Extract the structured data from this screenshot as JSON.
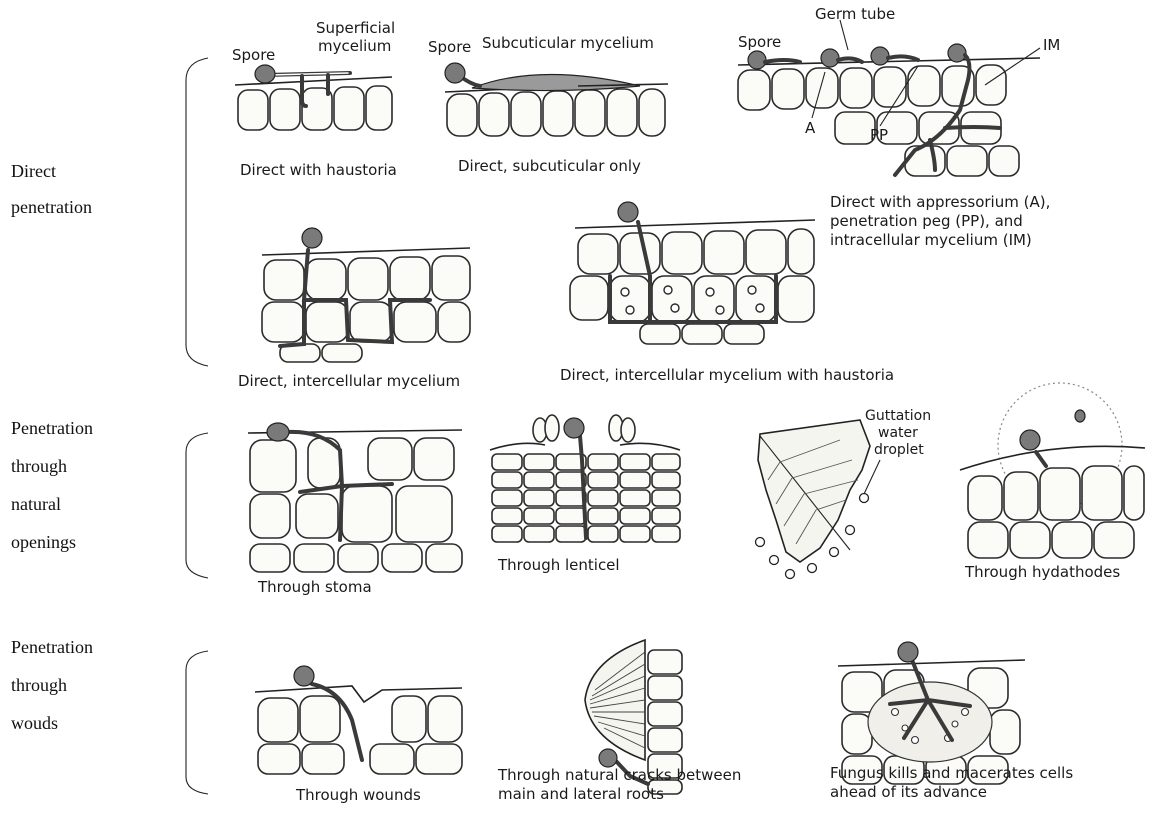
{
  "groups": [
    {
      "label_lines": [
        "Direct",
        "penetration"
      ]
    },
    {
      "label_lines": [
        "Penetration",
        "through",
        "natural",
        "openings"
      ]
    },
    {
      "label_lines": [
        "Penetration",
        "through",
        "wouds"
      ]
    }
  ],
  "panels": {
    "p1": {
      "labels": [
        "Spore",
        "Superficial",
        "mycelium"
      ],
      "caption": "Direct with haustoria"
    },
    "p2": {
      "labels": [
        "Spore",
        "Subcuticular mycelium"
      ],
      "caption": "Direct, subcuticular only"
    },
    "p3": {
      "labels": [
        "Spore",
        "Germ tube",
        "IM",
        "A",
        "PP"
      ],
      "caption_lines": [
        "Direct with appressorium (A),",
        "penetration peg (PP), and",
        "intracellular mycelium (IM)"
      ]
    },
    "p4": {
      "caption": "Direct, intercellular mycelium"
    },
    "p5": {
      "caption": "Direct, intercellular mycelium with haustoria"
    },
    "p6": {
      "caption": "Through stoma"
    },
    "p7": {
      "caption": "Through lenticel"
    },
    "p8": {
      "labels": [
        "Guttation",
        "water",
        "droplet"
      ]
    },
    "p9": {
      "caption": "Through hydathodes"
    },
    "p10": {
      "caption": "Through wounds"
    },
    "p11": {
      "caption_lines": [
        "Through natural cracks between",
        "main and lateral roots"
      ]
    },
    "p12": {
      "caption_lines": [
        "Fungus kills and macerates cells",
        "ahead of its advance"
      ]
    }
  }
}
